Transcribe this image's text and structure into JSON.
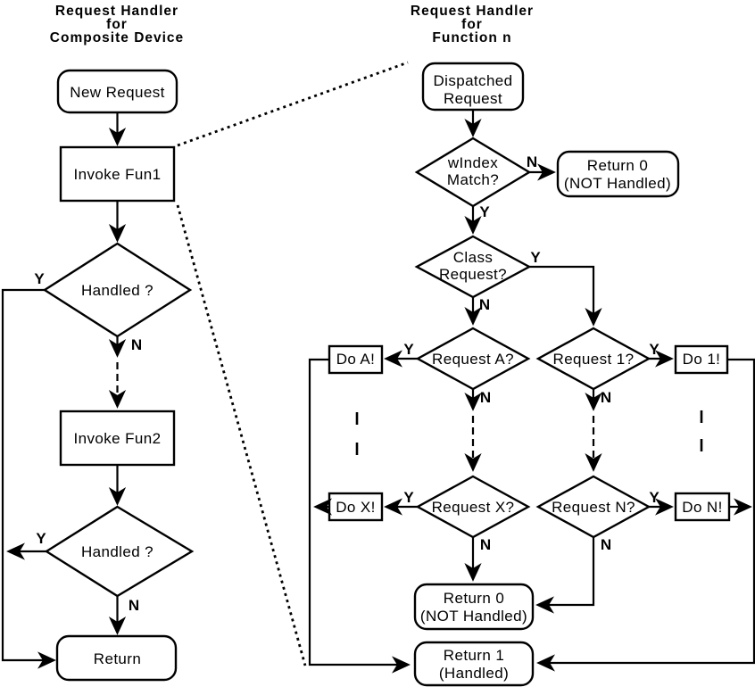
{
  "diagram": {
    "background": "#ffffff",
    "stroke_color": "#000000",
    "left": {
      "title_lines": [
        "Request Handler",
        "for",
        "Composite Device"
      ],
      "new_request": "New Request",
      "invoke_fun1": "Invoke Fun1",
      "handled_1": "Handled ?",
      "handled_1_yes": "Y",
      "handled_1_no": "N",
      "invoke_fun2": "Invoke Fun2",
      "handled_2": "Handled ?",
      "handled_2_yes": "Y",
      "handled_2_no": "N",
      "return": "Return"
    },
    "right": {
      "title_lines": [
        "Request Handler",
        "for",
        "Function n"
      ],
      "dispatched_lines": [
        "Dispatched",
        "Request"
      ],
      "windex_lines": [
        "wIndex",
        "Match?"
      ],
      "windex_no": "N",
      "windex_yes": "Y",
      "return0_top_lines": [
        "Return 0",
        "(NOT Handled)"
      ],
      "class_lines": [
        "Class",
        "Request?"
      ],
      "class_yes": "Y",
      "class_no": "N",
      "request_a": "Request A?",
      "request_a_yes": "Y",
      "request_a_no": "N",
      "do_a": "Do A!",
      "request_1": "Request 1?",
      "request_1_yes": "Y",
      "request_1_no": "N",
      "do_1": "Do 1!",
      "request_x": "Request X?",
      "request_x_yes": "Y",
      "request_x_no": "N",
      "do_x": "Do X!",
      "request_n": "Request N?",
      "request_n_yes": "Y",
      "request_n_no": "N",
      "do_n": "Do N!",
      "return0_bottom_lines": [
        "Return 0",
        "(NOT Handled)"
      ],
      "return1_lines": [
        "Return 1",
        "(Handled)"
      ]
    }
  }
}
